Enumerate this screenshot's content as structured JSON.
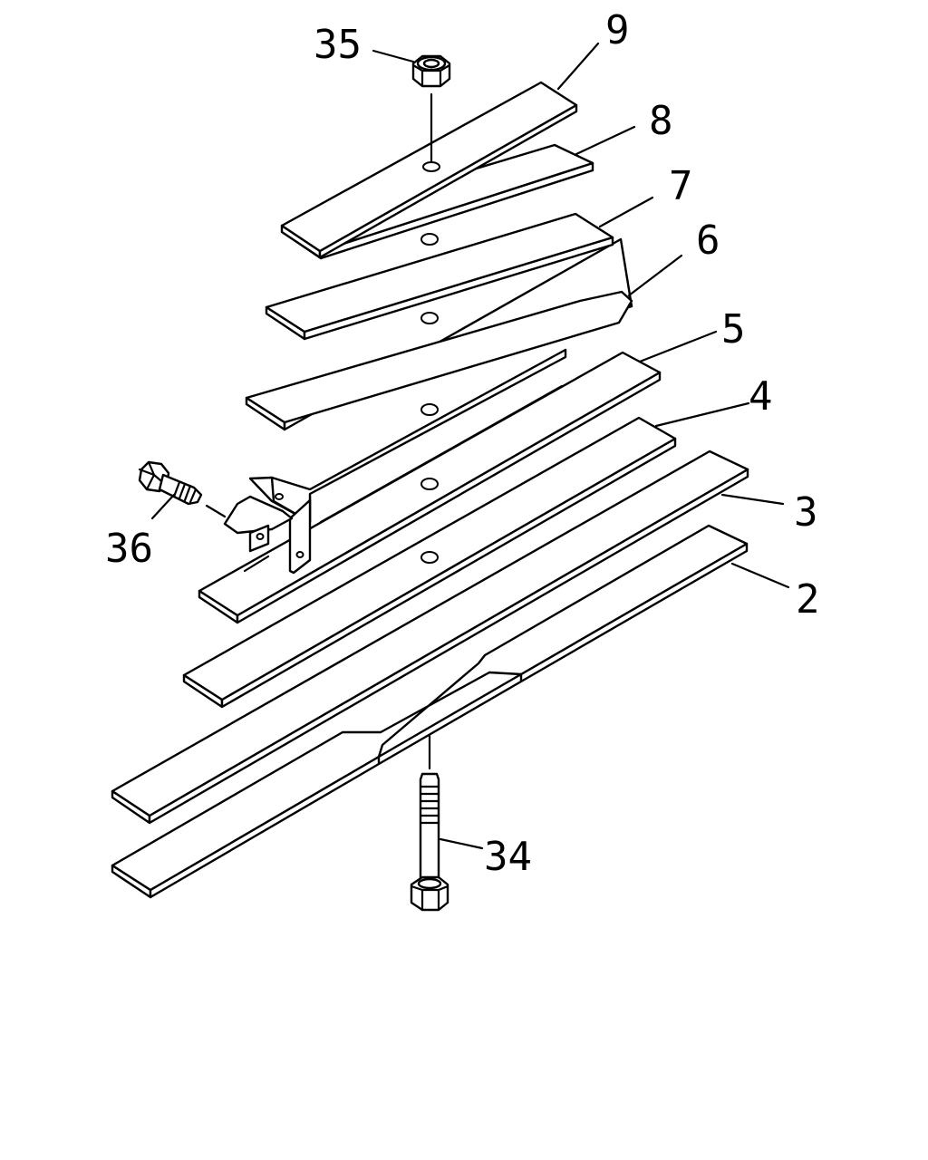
{
  "diagram": {
    "callouts": {
      "p2": "2",
      "p3": "3",
      "p4": "4",
      "p5": "5",
      "p6": "6",
      "p7": "7",
      "p8": "8",
      "p9": "9",
      "p34": "34",
      "p35": "35",
      "p36": "36"
    }
  }
}
